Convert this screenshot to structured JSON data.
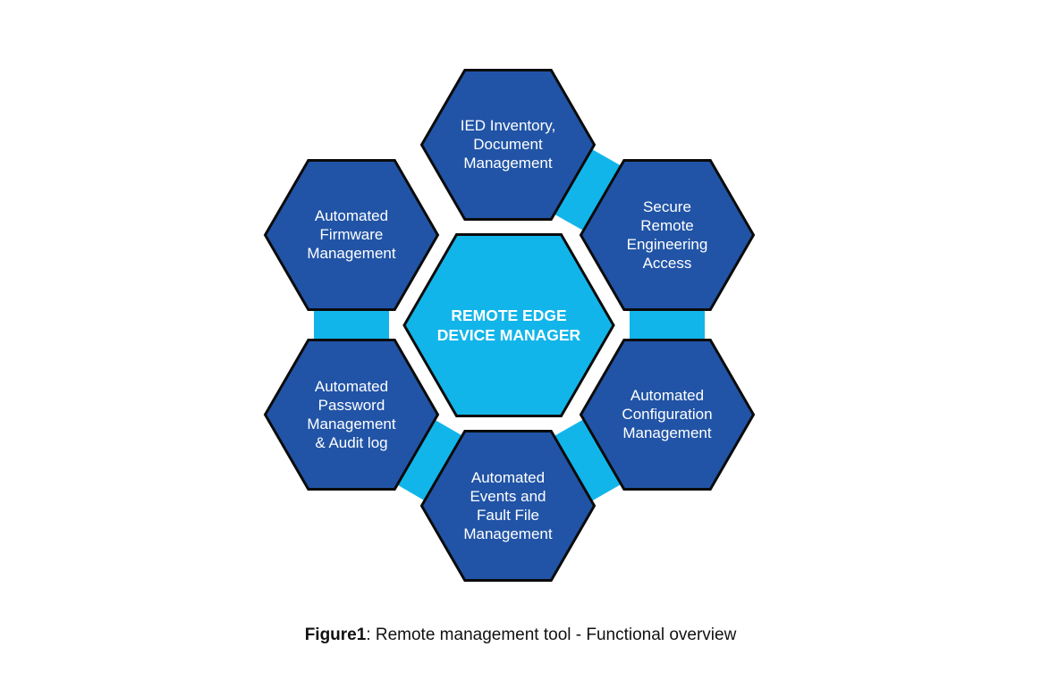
{
  "colors": {
    "outer_fill": "#2154a6",
    "center_fill": "#12b5ea",
    "connector_fill": "#12b5ea",
    "stroke": "#0b0b0b",
    "text": "#ffffff"
  },
  "center": {
    "lines": [
      "REMOTE EDGE",
      "DEVICE MANAGER"
    ]
  },
  "nodes": [
    {
      "id": "top",
      "lines": [
        "IED Inventory,",
        "Document",
        "Management"
      ]
    },
    {
      "id": "upper-right",
      "lines": [
        "Secure",
        "Remote",
        "Engineering",
        "Access"
      ]
    },
    {
      "id": "lower-right",
      "lines": [
        "Automated",
        "Configuration",
        "Management"
      ]
    },
    {
      "id": "bottom",
      "lines": [
        "Automated",
        "Events and",
        "Fault File",
        "Management"
      ]
    },
    {
      "id": "lower-left",
      "lines": [
        "Automated",
        "Password",
        "Management",
        "& Audit log"
      ]
    },
    {
      "id": "upper-left",
      "lines": [
        "Automated",
        "Firmware",
        "Management"
      ]
    }
  ],
  "connectors": [
    [
      "top",
      "upper-right"
    ],
    [
      "upper-right",
      "lower-right"
    ],
    [
      "lower-right",
      "bottom"
    ],
    [
      "bottom",
      "lower-left"
    ],
    [
      "lower-left",
      "upper-left"
    ]
  ],
  "caption": {
    "bold": "Figure1",
    "rest": ": Remote management tool - Functional overview"
  }
}
